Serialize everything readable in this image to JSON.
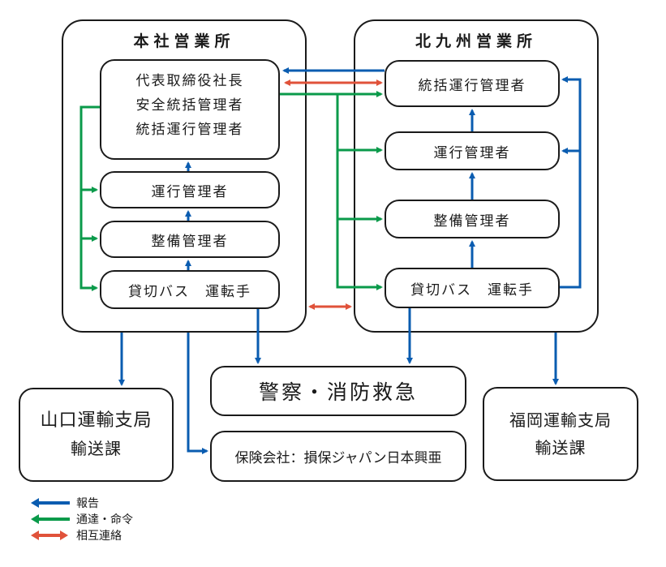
{
  "colors": {
    "report": "#0a5cb0",
    "command": "#0a9a4a",
    "mutual": "#e0523a"
  },
  "head_office": {
    "title": "本社営業所",
    "executive": [
      "代表取締役社長",
      "安全統括管理者",
      "統括運行管理者"
    ],
    "operations_manager": "運行管理者",
    "maintenance_manager": "整備管理者",
    "driver": "貸切バス　運転手"
  },
  "kitakyushu_office": {
    "title": "北九州営業所",
    "general_manager": "統括運行管理者",
    "operations_manager": "運行管理者",
    "maintenance_manager": "整備管理者",
    "driver": "貸切バス　運転手"
  },
  "external": {
    "yamaguchi": [
      "山口運輸支局",
      "輸送課"
    ],
    "police": "警察・消防救急",
    "insurance": "保険会社：損保ジャパン日本興亜",
    "fukuoka": [
      "福岡運輸支局",
      "輸送課"
    ]
  },
  "legend": [
    {
      "label": "報告",
      "type": "report"
    },
    {
      "label": "通達・命令",
      "type": "command"
    },
    {
      "label": "相互連絡",
      "type": "mutual"
    }
  ]
}
